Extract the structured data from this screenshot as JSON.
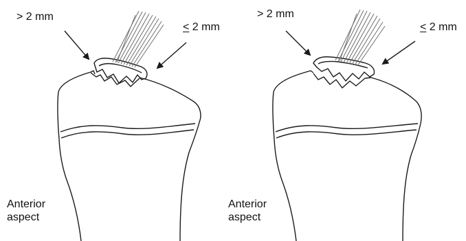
{
  "panels": [
    {
      "id": "left",
      "label_gt": "> 2 mm",
      "label_le_symbol": "<",
      "label_le_value": "2 mm",
      "anterior_line1": "Anterior",
      "anterior_line2": "aspect"
    },
    {
      "id": "right",
      "label_gt": "> 2 mm",
      "label_le_symbol": "<",
      "label_le_value": "2 mm",
      "anterior_line1": "Anterior",
      "anterior_line2": "aspect"
    }
  ],
  "colors": {
    "line": "#1a1a1a",
    "fiber": "#6f6f6f",
    "background": "#ffffff"
  }
}
